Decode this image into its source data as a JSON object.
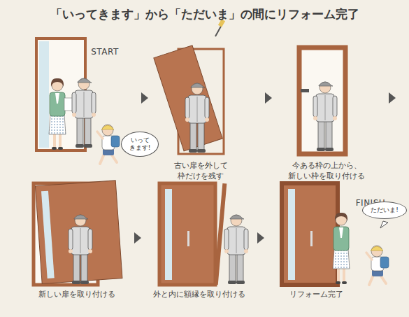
{
  "diagram": {
    "title": "「いってきます」から「ただいま」の間にリフォーム完了",
    "nodes": [
      {
        "text": [
          "いって きます!"
        ]
      },
      {
        "text": [
          "ただいま!"
        ]
      }
    ],
    "labels": [
      "START",
      "古い扉を外して 枠だけを残す",
      "今ある枠の上から、 新しい枠を取り付ける",
      "新しい扉を取り付ける",
      "外と内に額縁を取り付ける",
      "リフォーム完了",
      "FINISH"
    ]
  }
}
